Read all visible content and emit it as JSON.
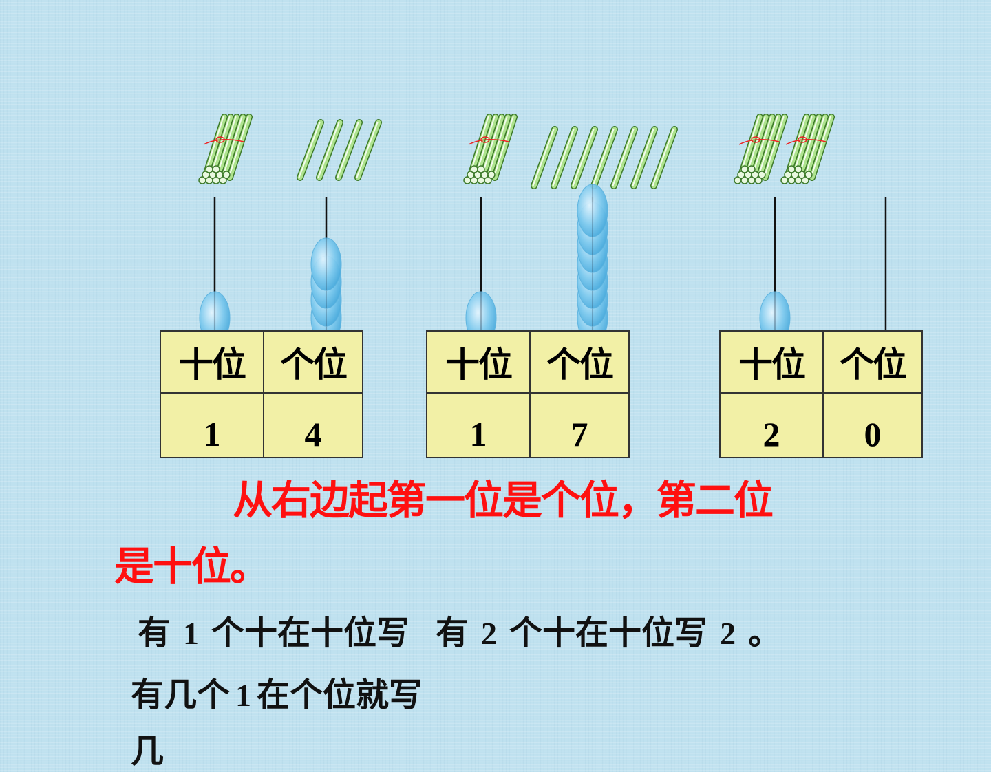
{
  "tables": [
    {
      "header_tens": "十位",
      "header_ones": "个位",
      "tens": "1",
      "ones": "4",
      "tens_beads": 1,
      "ones_beads": 4,
      "bundles": 1,
      "singles": 4
    },
    {
      "header_tens": "十位",
      "header_ones": "个位",
      "tens": "1",
      "ones": "7",
      "tens_beads": 1,
      "ones_beads": 7,
      "bundles": 1,
      "singles": 7
    },
    {
      "header_tens": "十位",
      "header_ones": "个位",
      "tens": "2",
      "ones": "0",
      "tens_beads": 1,
      "ones_beads": 0,
      "bundles": 2,
      "singles": 0
    }
  ],
  "rule_line1": "从右边起第一位是个位，第二位",
  "rule_line2": "是十位。",
  "line3": {
    "part1": "有",
    "num1": "1",
    "part2": "个十在十位写",
    "part3": "有",
    "num2": "2",
    "part4": "个十在十位写",
    "num3": "2",
    "end": "。"
  },
  "line4": {
    "part1": "有几个",
    "num": "1",
    "part2": "在个位就写"
  },
  "line5": "几",
  "colors": {
    "stick_green": "#8fd46a",
    "bead_blue": "#5fb9e6",
    "table_fill": "#f2f0a6",
    "rule_red": "#ff1010"
  }
}
